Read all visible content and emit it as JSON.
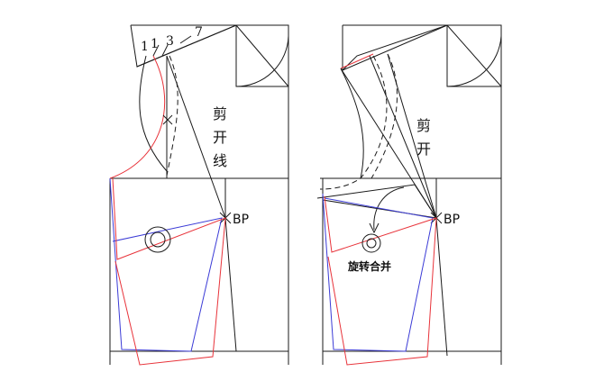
{
  "left_panel": {
    "label_cut_1": "剪",
    "label_cut_2": "开",
    "label_cut_3": "线",
    "bp_label": "BP",
    "num_1a": "1",
    "num_1b": "1",
    "num_3": "3",
    "num_7": "7"
  },
  "right_panel": {
    "label_cut_1": "剪",
    "label_cut_2": "开",
    "bp_label": "BP",
    "rotate_label": "旋转合并"
  }
}
